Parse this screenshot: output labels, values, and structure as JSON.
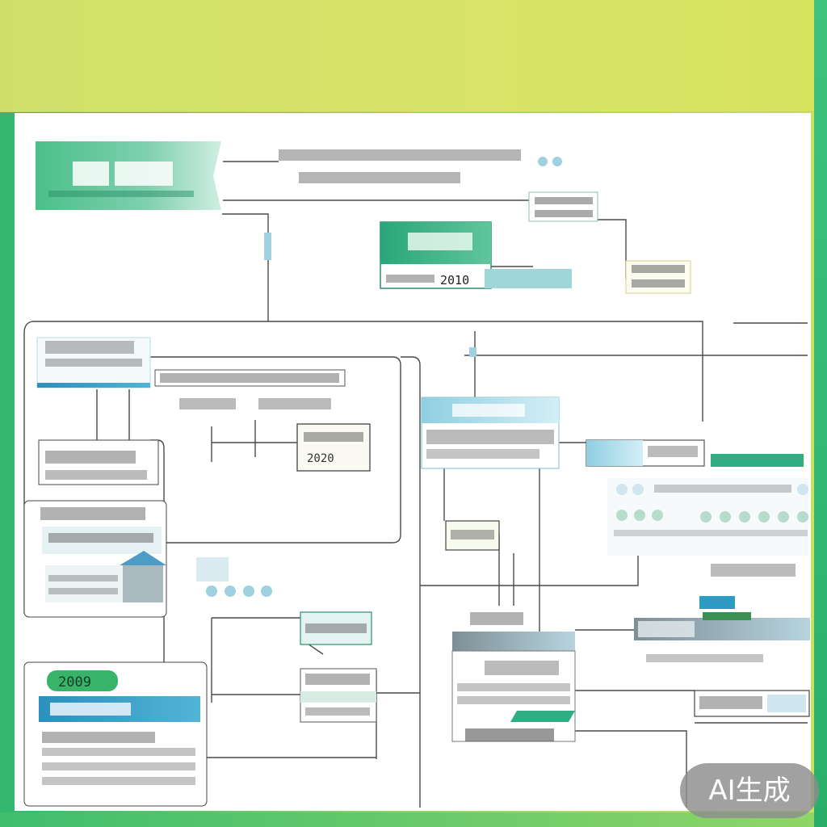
{
  "diagram": {
    "title": "",
    "subtitle": ""
  },
  "nodes": {
    "year_2010": "2010",
    "year_2020": "2020",
    "year_2009": "2009"
  },
  "watermark": "AI生成",
  "colors": {
    "background_green": "#3cbf73",
    "header_band": "#d6e366",
    "canvas": "#ffffff",
    "teal_box": "#2fae83",
    "blue_bar": "#2e9bc2",
    "light_blue_box": "#a9d8e8",
    "connector": "#4a4a4a"
  }
}
